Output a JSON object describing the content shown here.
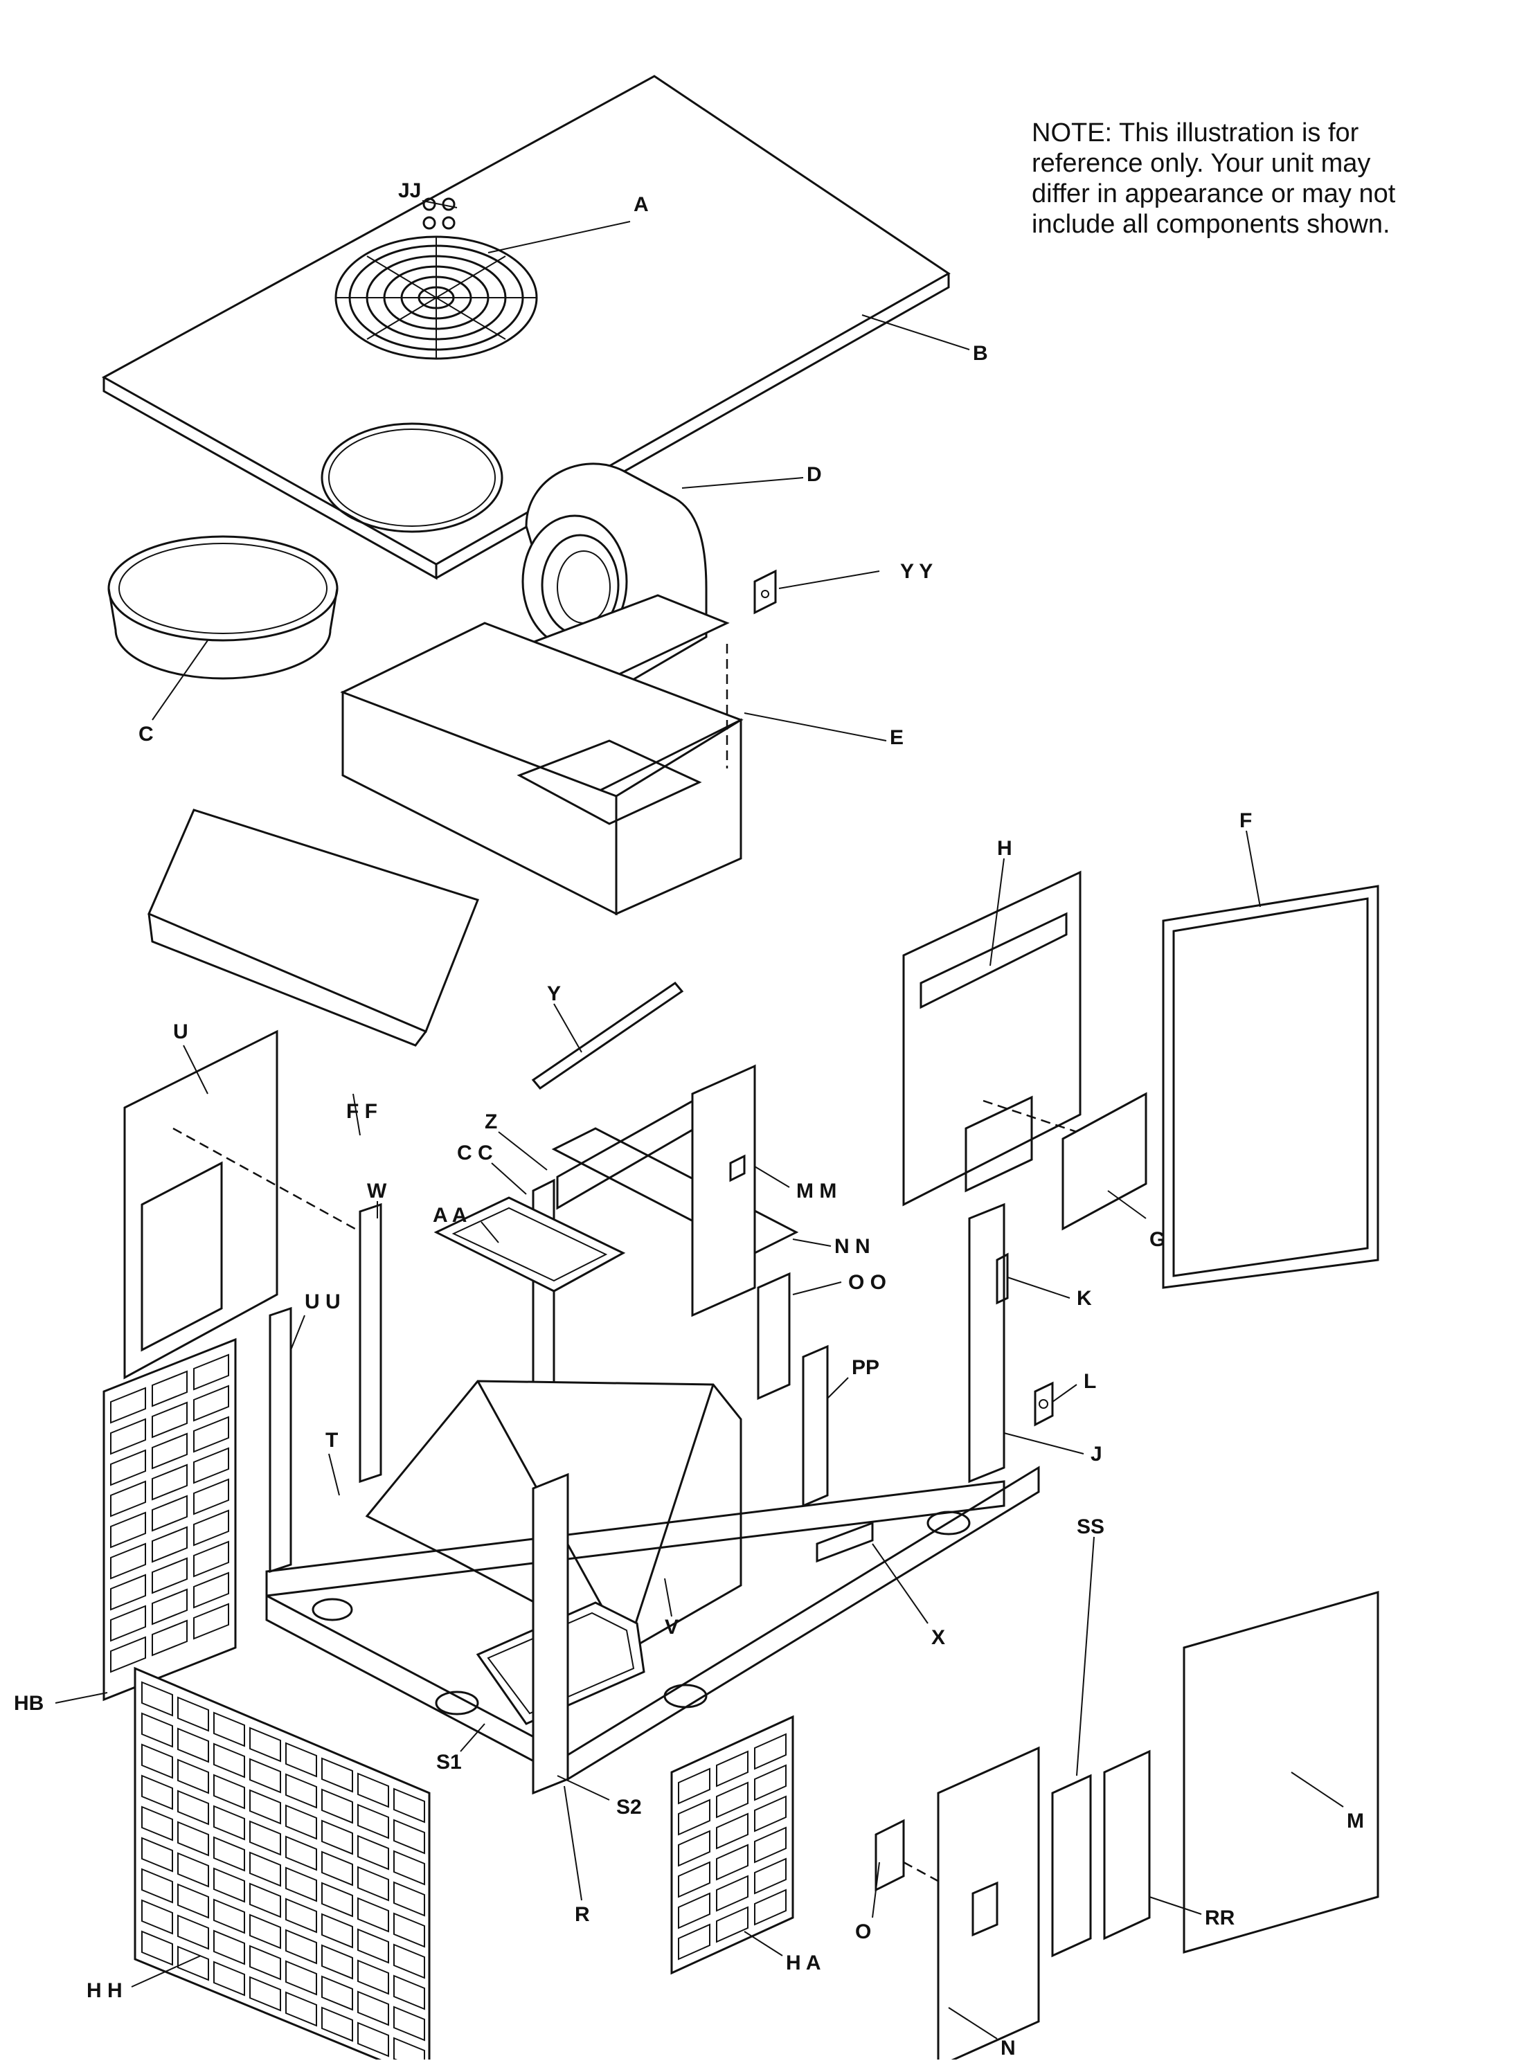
{
  "note": "NOTE:     This illustration is for\nreference only.   Your unit may\ndiffer in appearance or may not\ninclude all components shown.",
  "callouts": {
    "JJ": "JJ",
    "A": "A",
    "B": "B",
    "C": "C",
    "D": "D",
    "YY": "Y Y",
    "E": "E",
    "FF": "F F",
    "H": "H",
    "F": "F",
    "Y": "Y",
    "U": "U",
    "Z": "Z",
    "CC": "C C",
    "MM": "M M",
    "W": "W",
    "AA": "A A",
    "NN": "N N",
    "G": "G",
    "OO": "O O",
    "K": "K",
    "UU": "U U",
    "PP": "PP",
    "L": "L",
    "T": "T",
    "J": "J",
    "SS": "SS",
    "V": "V",
    "X": "X",
    "HB": "HB",
    "M": "M",
    "S1": "S1",
    "S2": "S2",
    "RR": "RR",
    "HH": "H H",
    "R": "R",
    "O": "O",
    "HA": "H A",
    "N": "N"
  }
}
